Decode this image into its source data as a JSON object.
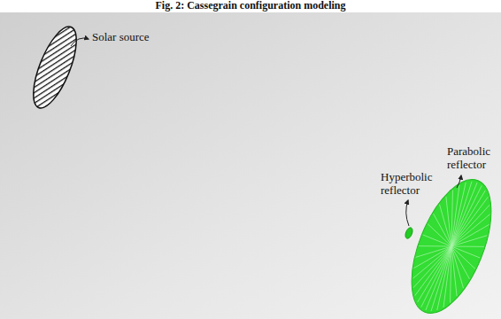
{
  "diagram": {
    "title": "Fig. 2: Cassegrain configuration modeling",
    "labels": [
      "Solar source",
      "Hyperbolic reflector",
      "Parabolic reflector"
    ]
  }
}
